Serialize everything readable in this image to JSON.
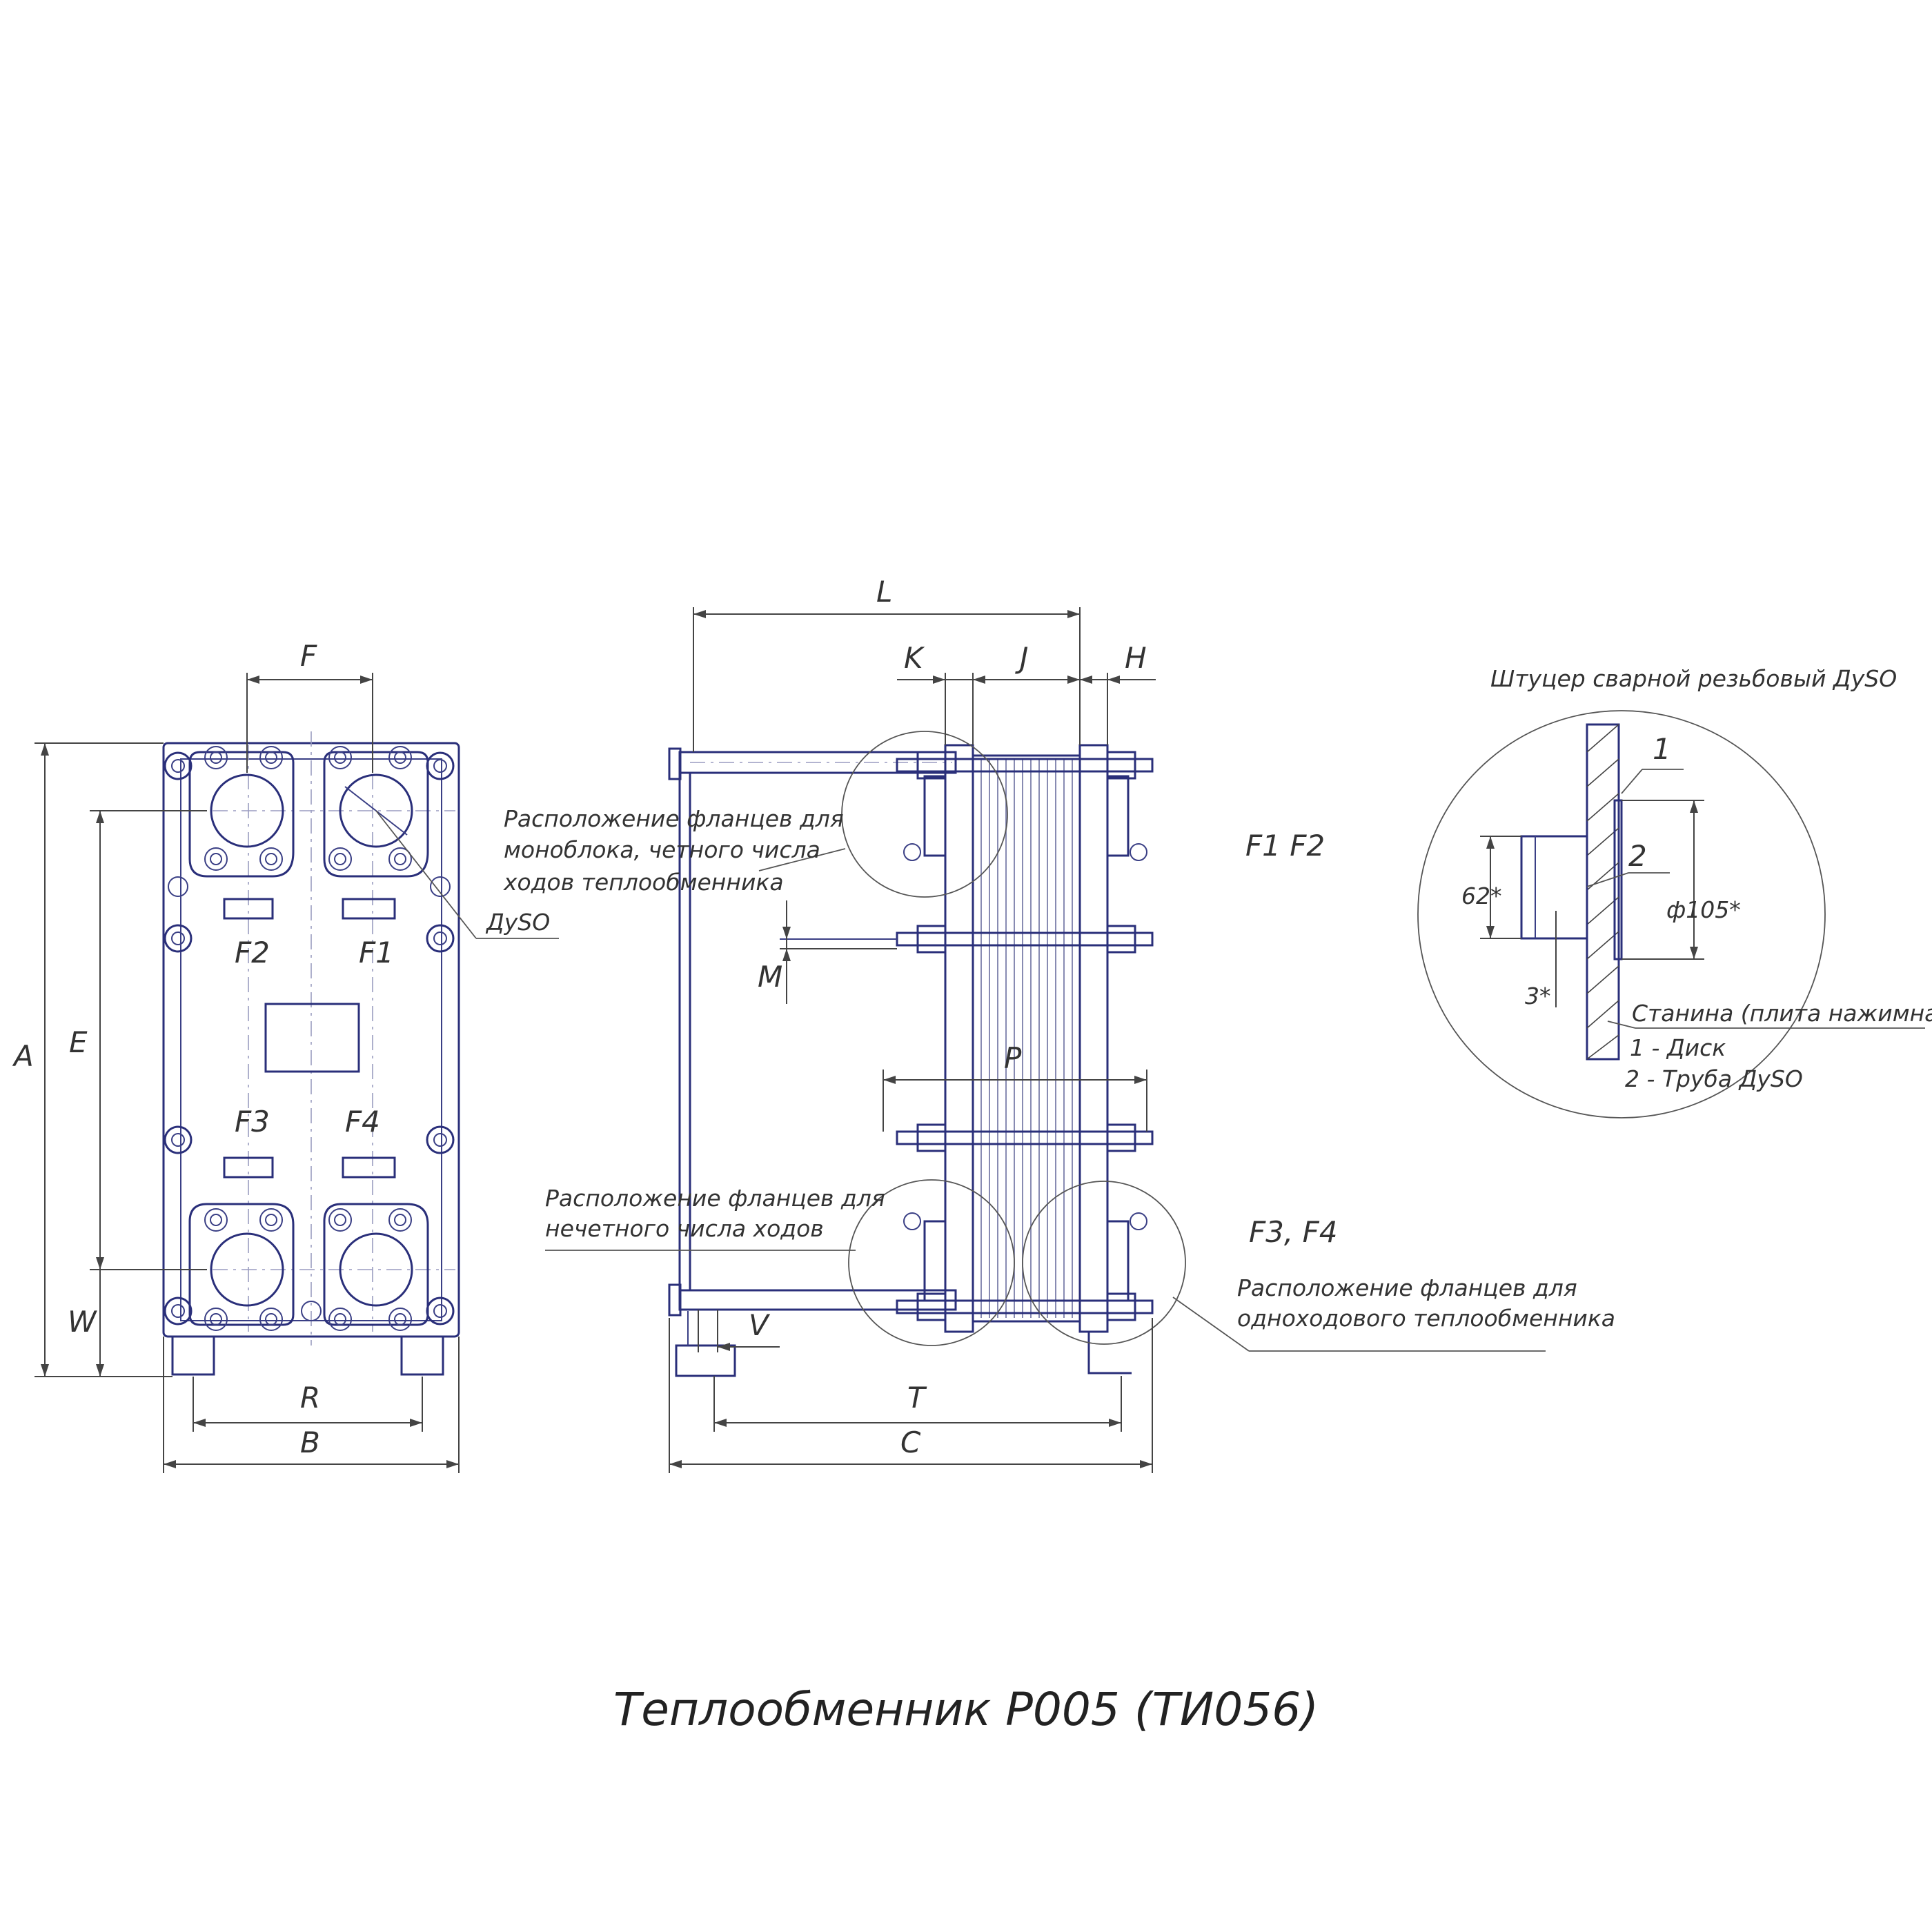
{
  "title": "Теплообменник Р005 (ТИ056)",
  "front_view": {
    "dims": {
      "F": "F",
      "A": "A",
      "E": "E",
      "W": "W",
      "R": "R",
      "B": "B"
    },
    "ports": {
      "F1": "F1",
      "F2": "F2",
      "F3": "F3",
      "F4": "F4"
    },
    "dn_label": "ДуSO"
  },
  "side_view": {
    "dims": {
      "L": "L",
      "K": "K",
      "J": "J",
      "H": "H",
      "M": "M",
      "P": "P",
      "V": "V",
      "T": "T",
      "C": "C"
    },
    "notes": {
      "mono_line1": "Расположение фланцев для",
      "mono_line2": "моноблока, четного числа",
      "mono_line3": "ходов теплообменника",
      "odd_line1": "Расположение фланцев для",
      "odd_line2": "нечетного числа ходов",
      "single_line1": "Расположение фланцев для",
      "single_line2": "одноходового теплообменника"
    },
    "port_pair_top": "F1 F2",
    "port_pair_bottom": "F3, F4"
  },
  "detail": {
    "caption": "Штуцер сварной резьбовый ДуSO",
    "callout_1": "1",
    "callout_2": "2",
    "dia_62": "62*",
    "dia_105": "ф105*",
    "gap_3": "3*",
    "frame_note": "Станина (плита нажимная)",
    "legend_1": "1 - Диск",
    "legend_2": "2 - Труба ДуSO"
  }
}
